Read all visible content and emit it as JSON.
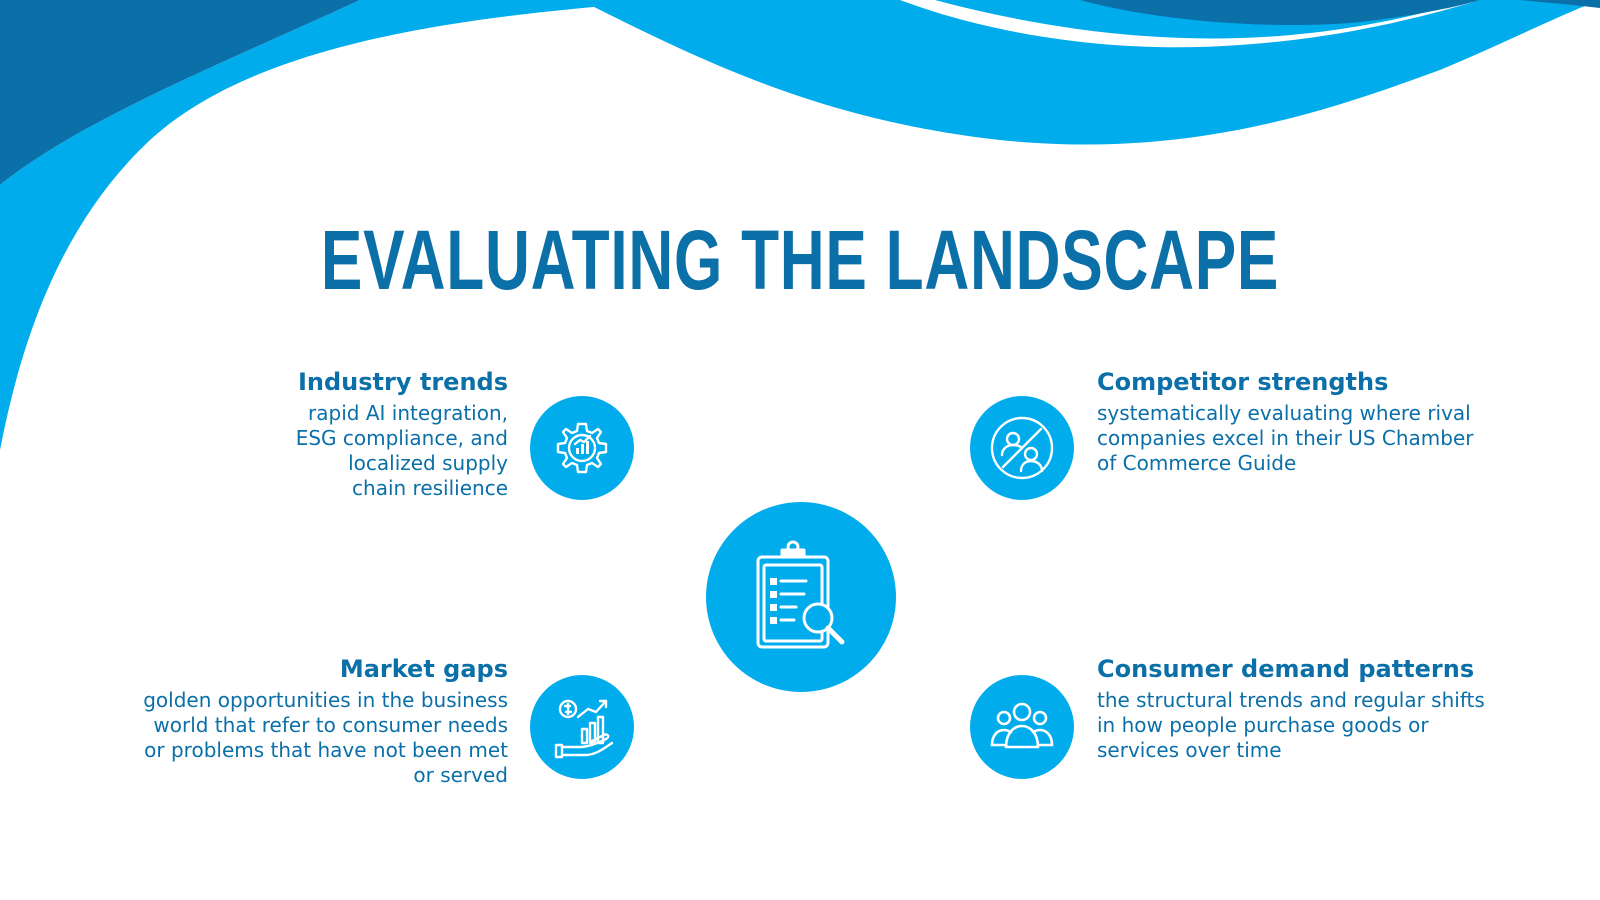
{
  "title": "EVALUATING THE LANDSCAPE",
  "colors": {
    "title": "#0b6fa8",
    "accent_light": "#00acec",
    "accent_dark": "#0b6fa8",
    "background": "#ffffff"
  },
  "items": {
    "industry_trends": {
      "title": "Industry trends",
      "description": "rapid AI integration, ESG compliance, and localized supply chain resilience",
      "icon": "gear-chart-icon"
    },
    "competitor_strengths": {
      "title": "Competitor strengths",
      "description": "systematically evaluating where rival companies excel in their US Chamber of Commerce Guide",
      "icon": "no-people-icon"
    },
    "market_gaps": {
      "title": "Market gaps",
      "description": "golden opportunities in the business world that refer to consumer needs or problems that have not been met or served",
      "icon": "hand-growth-chart-icon"
    },
    "consumer_demand": {
      "title": "Consumer demand patterns",
      "description": "the structural trends and regular shifts in how people purchase goods or services over time",
      "icon": "people-group-icon"
    }
  },
  "center_icon": "clipboard-search-icon"
}
